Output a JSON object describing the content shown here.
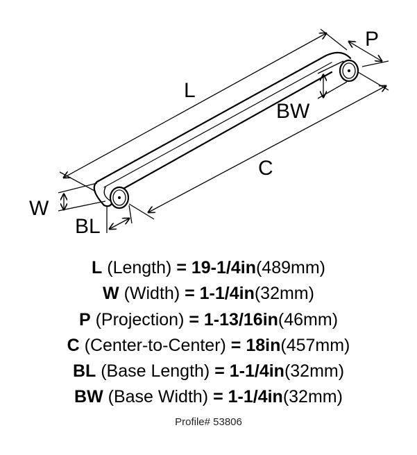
{
  "diagram": {
    "labels": {
      "L": "L",
      "P": "P",
      "BW": "BW",
      "C": "C",
      "W": "W",
      "BL": "BL"
    }
  },
  "specs": [
    {
      "key": "L",
      "name": " (Length) ",
      "eq": "= ",
      "imperial": "19-1/4in",
      "metric": "(489mm)"
    },
    {
      "key": "W",
      "name": " (Width) ",
      "eq": "= ",
      "imperial": "1-1/4in",
      "metric": "(32mm)"
    },
    {
      "key": "P",
      "name": " (Projection) ",
      "eq": "= ",
      "imperial": "1-13/16in",
      "metric": "(46mm)"
    },
    {
      "key": "C",
      "name": " (Center-to-Center) ",
      "eq": "= ",
      "imperial": "18in",
      "metric": "(457mm)"
    },
    {
      "key": "BL",
      "name": " (Base Length) ",
      "eq": "= ",
      "imperial": "1-1/4in",
      "metric": "(32mm)"
    },
    {
      "key": "BW",
      "name": " (Base Width) ",
      "eq": "= ",
      "imperial": "1-1/4in",
      "metric": "(32mm)"
    }
  ],
  "profile": "Profile# 53806"
}
